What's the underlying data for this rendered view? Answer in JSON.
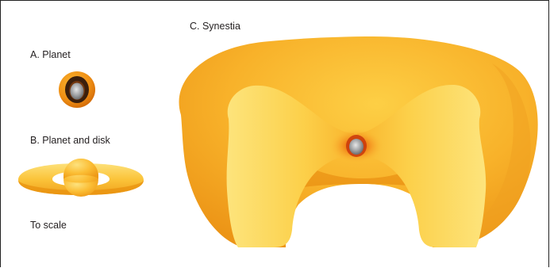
{
  "labels": {
    "synestia": "C. Synestia",
    "planet": "A. Planet",
    "planet_and_disk": "B. Planet and disk",
    "to_scale": "To scale"
  },
  "colors": {
    "orange_dark": "#e8870f",
    "orange_mid": "#f6a723",
    "yellow_light": "#fdd24a",
    "core_gray": "#8f9192",
    "mantle_dark": "#3a1e0a"
  }
}
